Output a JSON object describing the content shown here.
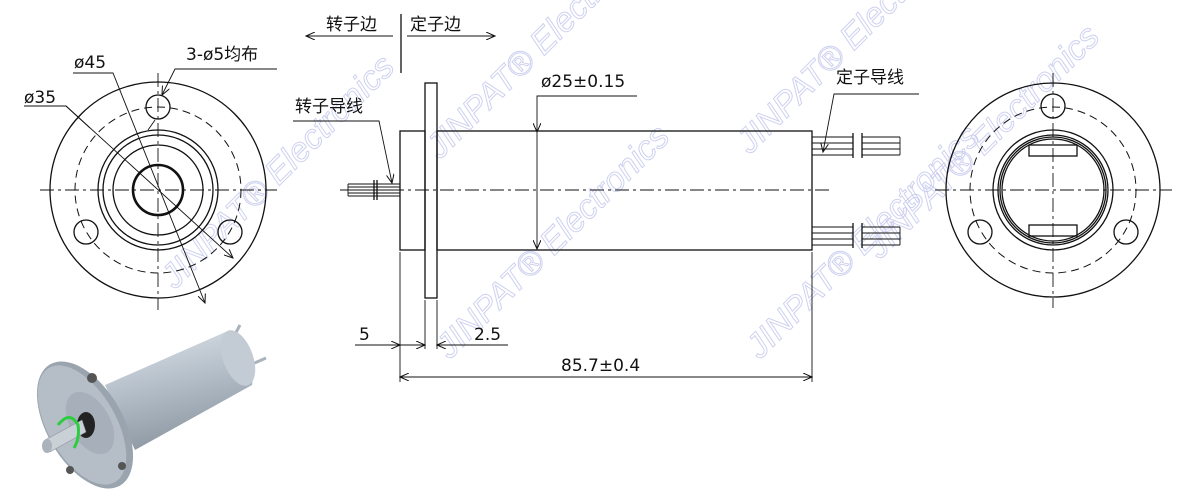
{
  "watermark": "JINPAT® Electronics",
  "direction": {
    "rotor_side": "转子边",
    "stator_side": "定子边"
  },
  "front_view": {
    "dia_45": "ø45",
    "dia_35": "ø35",
    "holes": "3-ø5均布"
  },
  "side_view": {
    "rotor_leads": "转子导线",
    "stator_leads": "定子导线",
    "body_diameter": "ø25±0.15",
    "dim_shaft": "5",
    "dim_flange": "2.5",
    "dim_length": "85.7±0.4"
  },
  "colors": {
    "line": "#111111",
    "watermark": "#c9cdee",
    "rotation_arrow": "#2ecc40",
    "body": "#b8c2cc"
  }
}
